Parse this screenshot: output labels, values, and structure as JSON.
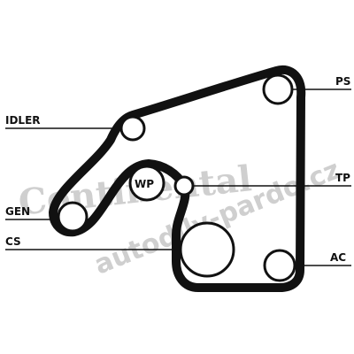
{
  "labels": {
    "idler": "IDLER",
    "gen": "GEN",
    "cs": "CS",
    "ps": "PS",
    "tp": "TP",
    "ac": "AC",
    "wp": "WP"
  },
  "watermarks": {
    "brand": "Continental",
    "site": "autodily-pardo.cz"
  },
  "colors": {
    "belt": "#111111",
    "watermark": "#cfcfcf",
    "background": "#ffffff"
  }
}
